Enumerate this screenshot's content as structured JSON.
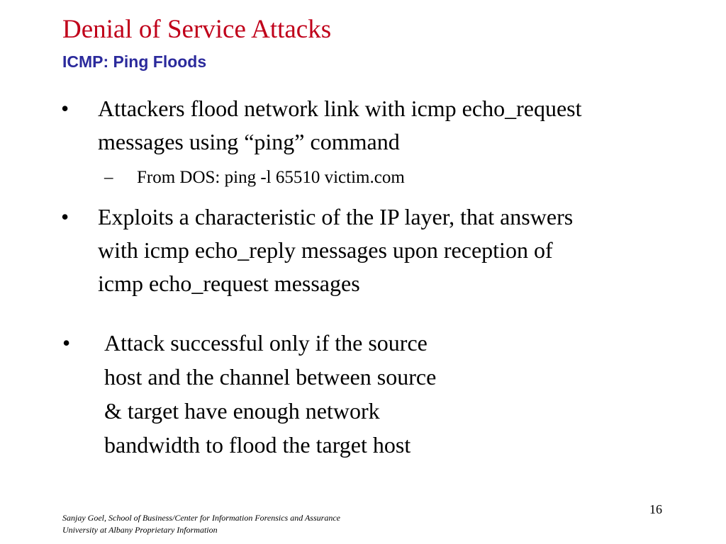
{
  "slide": {
    "title": "Denial of Service Attacks",
    "subtitle": "ICMP: Ping Floods",
    "bullet_marker": "•",
    "dash_marker": "–",
    "bullets": [
      {
        "lines": [
          "Attackers flood network link with icmp echo_request",
          "messages using “ping” command"
        ],
        "sub": "From DOS: ping -l 65510 victim.com"
      },
      {
        "lines": [
          "Exploits a characteristic of the IP layer, that answers",
          "with icmp echo_reply messages upon reception of",
          "icmp echo_request messages"
        ]
      },
      {
        "lines": [
          "Attack successful only if the source",
          "host and the channel between source",
          "& target have enough network",
          "bandwidth to flood the target host"
        ]
      }
    ],
    "page_number": "16",
    "footer": {
      "line1": "Sanjay Goel, School of Business/Center for Information Forensics and Assurance",
      "line2": "University at Albany Proprietary Information"
    }
  }
}
